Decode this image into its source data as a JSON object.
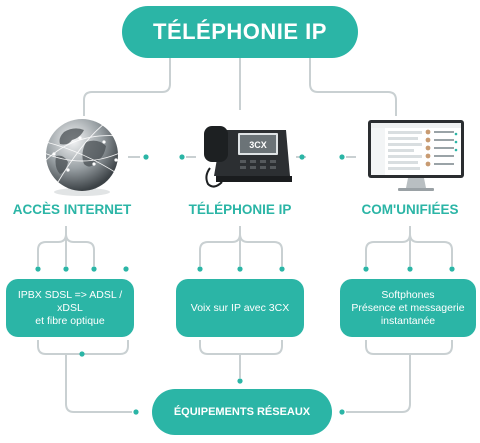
{
  "header": {
    "title": "TÉLÉPHONIE IP"
  },
  "columns": [
    {
      "title": "ACCÈS INTERNET",
      "icon": "globe-icon",
      "box_lines": [
        "IPBX SDSL => ADSL / xDSL",
        "et fibre optique"
      ]
    },
    {
      "title": "TÉLÉPHONIE IP",
      "icon": "ip-phone-icon",
      "box_lines": [
        "Voix sur IP avec 3CX"
      ]
    },
    {
      "title": "COM'UNIFIÉES",
      "icon": "monitor-icon",
      "box_lines": [
        "Softphones",
        "Présence et messagerie",
        "instantanée"
      ]
    }
  ],
  "phone": {
    "screen_label": "3CX"
  },
  "footer": {
    "title": "ÉQUIPEMENTS RÉSEAUX"
  },
  "colors": {
    "accent": "#2bb5a6",
    "connector": "#c9d0d2"
  }
}
